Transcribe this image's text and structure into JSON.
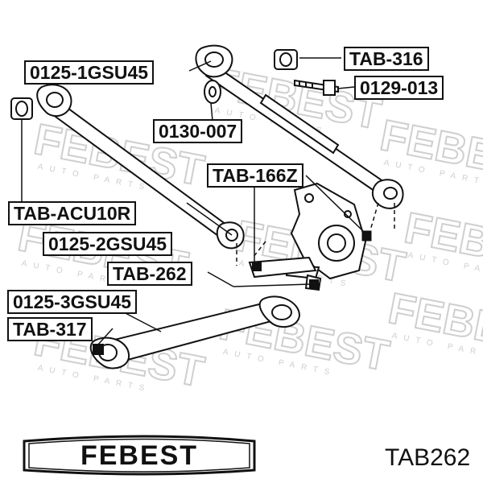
{
  "brand": {
    "logo_text": "FEBEST",
    "watermark_main": "FEBEST",
    "watermark_sub": "AUTO PARTS"
  },
  "labels": {
    "l1": "TAB-316",
    "l2": "0125-1GSU45",
    "l3": "0129-013",
    "l4": "0130-007",
    "l5": "TAB-166Z",
    "l6": "TAB-ACU10R",
    "l7": "0125-2GSU45",
    "l8": "TAB-262",
    "l9": "0125-3GSU45",
    "l10": "TAB-317"
  },
  "part_number": "TAB262",
  "colors": {
    "ink": "#111111",
    "watermark": "#cfcfcf",
    "part_fill": "#ffffff"
  }
}
